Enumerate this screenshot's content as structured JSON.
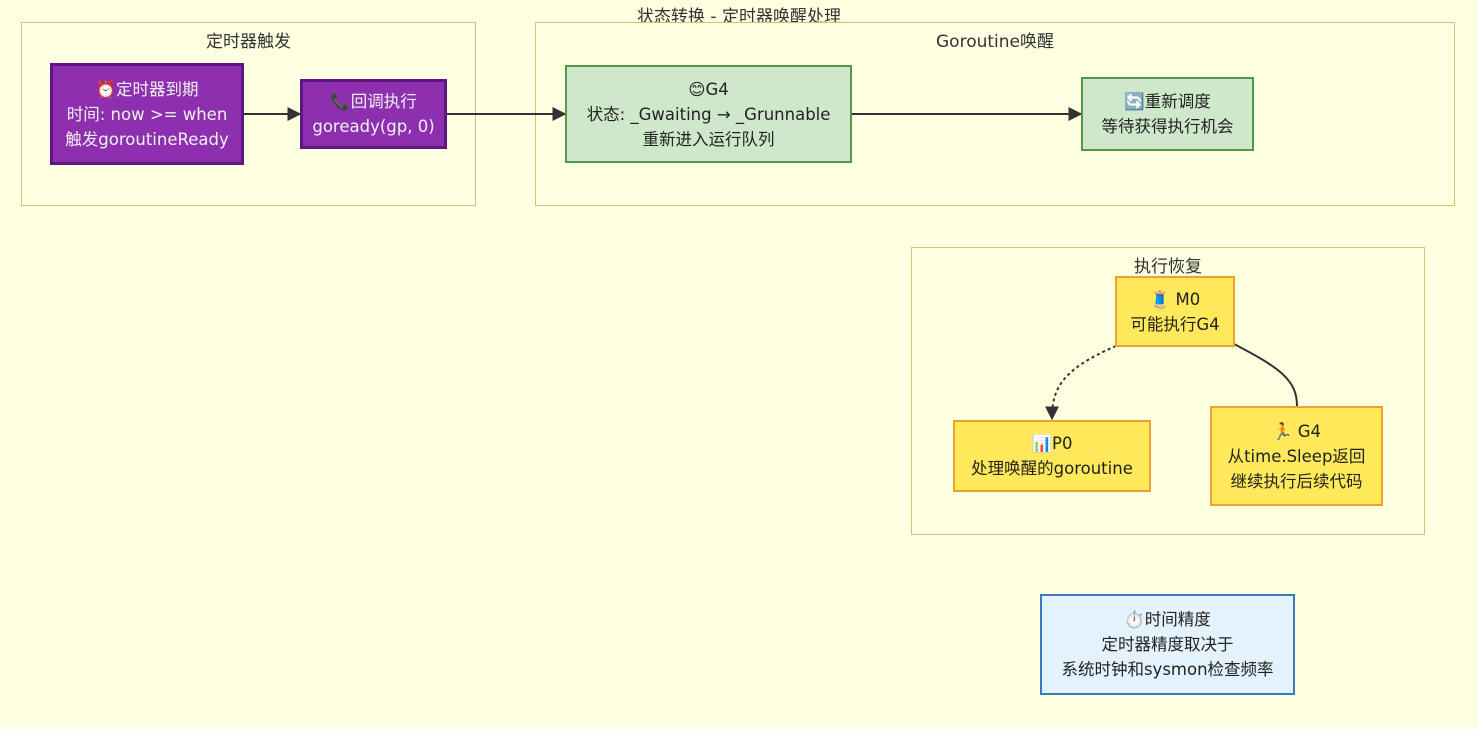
{
  "title": "状态转换 - 定时器唤醒处理",
  "clusters": {
    "timer": {
      "label": "定时器触发"
    },
    "wake": {
      "label": "Goroutine唤醒"
    },
    "resume": {
      "label": "执行恢复"
    }
  },
  "nodes": {
    "timer_expire": {
      "line1": "⏰定时器到期",
      "line2": "时间: now >= when",
      "line3": "触发goroutineReady"
    },
    "callback": {
      "line1": "📞回调执行",
      "line2": "goready(gp, 0)"
    },
    "g4_state": {
      "line1": "😊G4",
      "line2": "状态: _Gwaiting → _Grunnable",
      "line3": "重新进入运行队列"
    },
    "reschedule": {
      "line1": "🔄重新调度",
      "line2": "等待获得执行机会"
    },
    "m0": {
      "line1": "🧵 M0",
      "line2": "可能执行G4"
    },
    "p0": {
      "line1": "📊P0",
      "line2": "处理唤醒的goroutine"
    },
    "g4_resume": {
      "line1": "🏃 G4",
      "line2": "从time.Sleep返回",
      "line3": "继续执行后续代码"
    },
    "precision": {
      "line1": "⏱️时间精度",
      "line2": "定时器精度取决于",
      "line3": "系统时钟和sysmon检查频率"
    }
  },
  "colors": {
    "background": "#fefee0",
    "cluster_border": "#c8c878",
    "purple_fill": "#8e2fb0",
    "green_fill": "#cfe8cc",
    "yellow_fill": "#fde95a",
    "blue_fill": "#e3f2fd",
    "edge": "#333333"
  }
}
